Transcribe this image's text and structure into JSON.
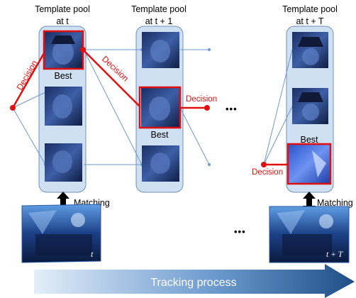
{
  "pools": [
    {
      "title_line1": "Template pool",
      "title_line2": "at t",
      "best_label": "Best",
      "decision_label": "Decision"
    },
    {
      "title_line1": "Template pool",
      "title_line2": "at t + 1",
      "best_label": "Best",
      "decision_label": "Decision"
    },
    {
      "title_line1": "Template pool",
      "title_line2": "at t + T",
      "best_label": "Best",
      "decision_label": "Decision"
    }
  ],
  "matching_label": "Matching",
  "frame_labels": [
    "t",
    "t + T"
  ],
  "ellipsis": "•••",
  "process_label": "Tracking process",
  "colors": {
    "decision_red": "#e01010",
    "pool_fill": "#cfe0f3",
    "pool_border": "#6f8fb8",
    "link_blue": "#6e98cc",
    "arrow_start": "#d9e8f8",
    "arrow_end": "#1f4e86"
  }
}
